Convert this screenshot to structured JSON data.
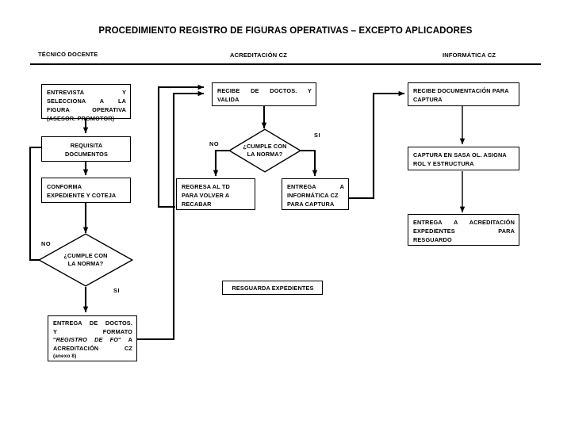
{
  "header": {
    "title": "PROCEDIMIENTO REGISTRO DE FIGURAS OPERATIVAS – EXCEPTO APLICADORES",
    "columns": [
      {
        "id": "tecnico-docente",
        "label": "TÉCNICO DOCENTE"
      },
      {
        "id": "acreditacion-cz",
        "label": "ACREDITACIÓN CZ"
      },
      {
        "id": "informatica-cz",
        "label": "INFORMÁTICA CZ"
      }
    ]
  },
  "flow": {
    "n1": {
      "l1": "ENTREVISTA               Y",
      "l2": "SELECCIONA    A    LA",
      "l3": "FIGURA      OPERATIVA",
      "l4": "(ASESOR. PROMOTOR)"
    },
    "n2": {
      "l1": "REQUISITA",
      "l2": "DOCUMENTOS"
    },
    "n3": {
      "l1": "CONFORMA",
      "l2": "EXPEDIENTE Y COTEJA"
    },
    "d1": {
      "l1": "¿CUMPLE CON",
      "l2": "LA NORMA?"
    },
    "n4": {
      "l1": "ENTREGA DE DOCTOS.",
      "l2": "Y                FORMATO",
      "l3pre": "\"",
      "l3it": "REGISTRO DE FO",
      "l3post": "\"  A",
      "l4": "ACREDITACIÓN          CZ",
      "l5": "(anexo 8)"
    },
    "n5": {
      "l1": "RECIBE  DE  DOCTOS.  Y",
      "l2": "VALIDA"
    },
    "d2": {
      "l1": "¿CUMPLE CON",
      "l2": "LA NORMA?"
    },
    "n6": {
      "l1": "REGRESA AL TD",
      "l2": "PARA VOLVER A",
      "l3": "RECABAR"
    },
    "n7": {
      "l1": "ENTREGA            A",
      "l2": "INFORMÁTICA CZ",
      "l3": "PARA CAPTURA"
    },
    "n8": {
      "l1": "RESGUARDA EXPEDIENTES"
    },
    "n9": {
      "l1": "RECIBE DOCUMENTACIÓN PARA",
      "l2": "CAPTURA"
    },
    "n10": {
      "l1": "CAPTURA EN SASA OL. ASIGNA",
      "l2": "ROL Y ESTRUCTURA"
    },
    "n11": {
      "l1": "ENTREGA    A    ACREDITACIÓN",
      "l2": "EXPEDIENTES                PARA",
      "l3": "RESGUARDO"
    }
  },
  "labels": {
    "no_left": "NO",
    "si_left": "SI",
    "no_mid": "NO",
    "si_mid": "SI"
  },
  "colors": {
    "stroke": "#000000",
    "background": "#ffffff",
    "text": "#000000"
  }
}
